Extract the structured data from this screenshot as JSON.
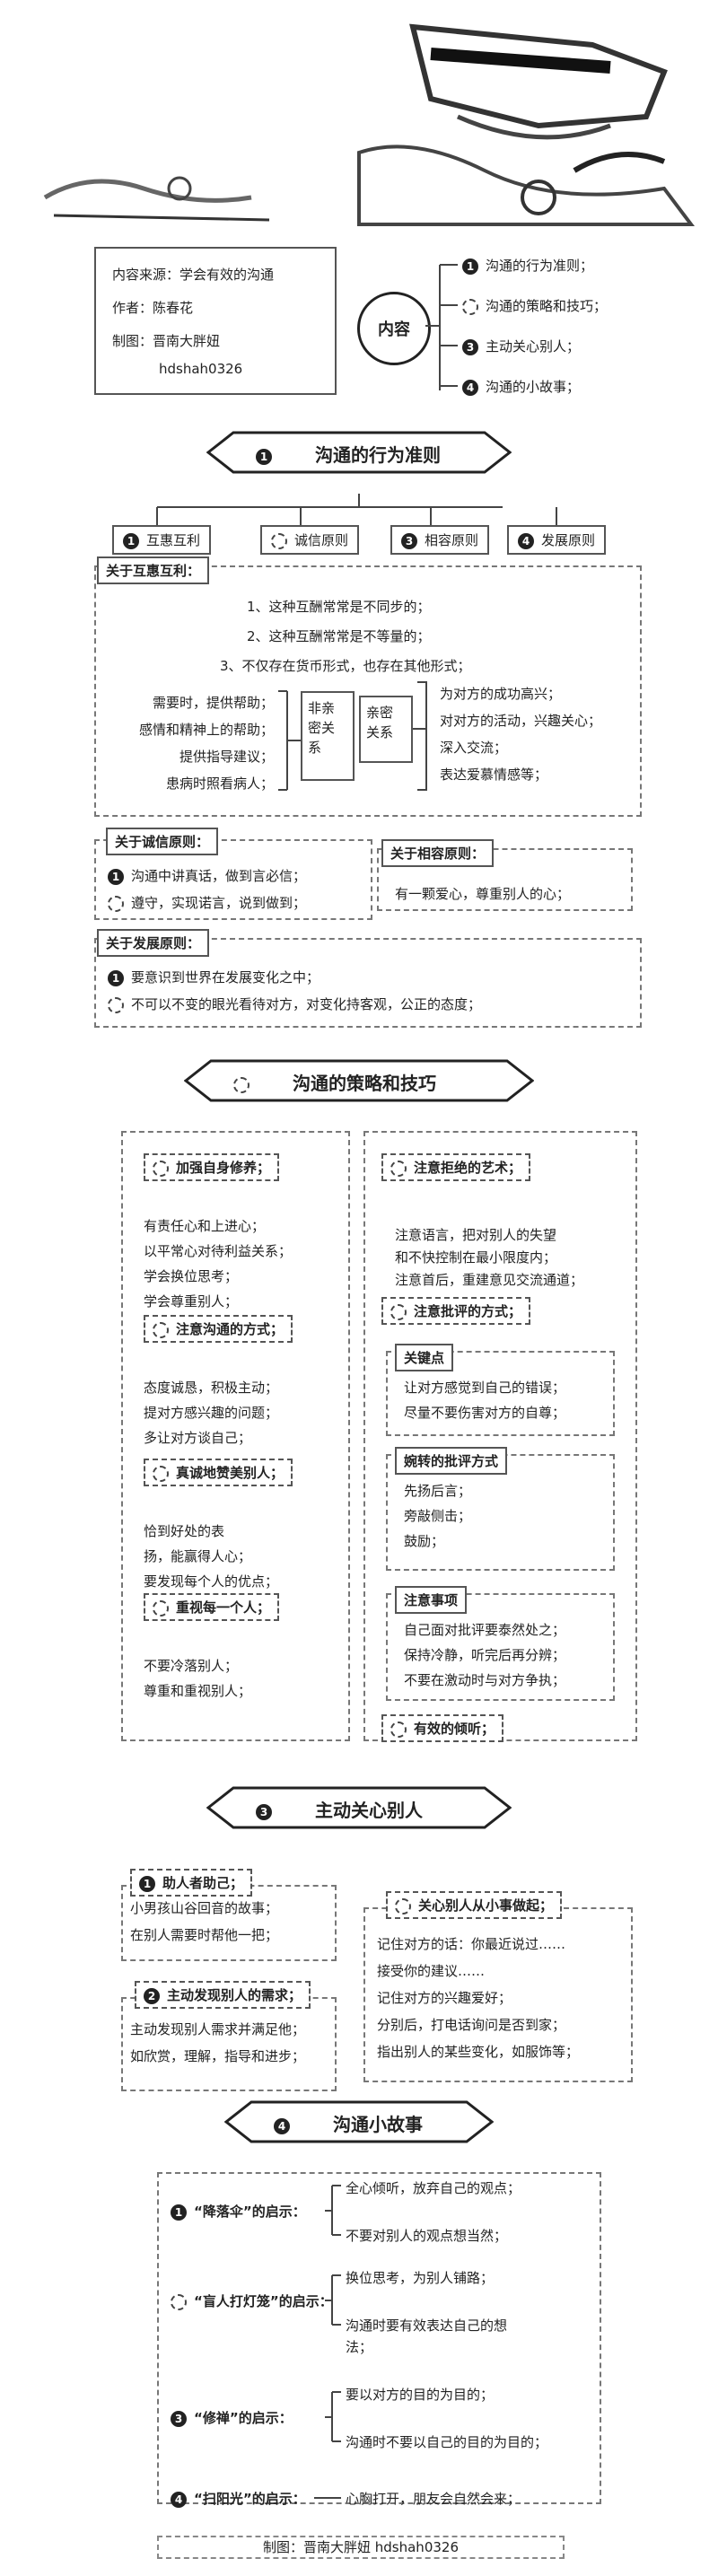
{
  "header": {
    "source_label": "内容来源：",
    "source_value": "学会有效的沟通",
    "author_label": "作者：",
    "author_value": "陈春花",
    "maker_label": "制图：",
    "maker_value": "晋南大胖妞",
    "maker_id": "hdshah0326",
    "center": "内容",
    "items": [
      "沟通的行为准则；",
      "沟通的策略和技巧；",
      "主动关心别人；",
      "沟通的小故事；"
    ]
  },
  "s1": {
    "num": "1",
    "title": "沟通的行为准则",
    "principles": [
      "互惠互利",
      "诚信原则",
      "相容原则",
      "发展原则"
    ],
    "huhui": {
      "title": "关于互惠互利：",
      "points": [
        "1、这种互酬常常是不同步的；",
        "2、这种互酬常常是不等量的；",
        "3、不仅存在货币形式，也存在其他形式；"
      ],
      "left_items": [
        "需要时，提供帮助；",
        "感情和精神上的帮助；",
        "提供指导建议；",
        "患病时照看病人；"
      ],
      "box_left": "非亲密关系",
      "box_right": "亲密关系",
      "right_items": [
        "为对方的成功高兴；",
        "对对方的活动，兴趣关心；",
        "深入交流；",
        "表达爱慕情感等；"
      ]
    },
    "chengxin": {
      "title": "关于诚信原则：",
      "items": [
        "沟通中讲真话，做到言必信；",
        "遵守，实现诺言，说到做到；"
      ]
    },
    "xiangrong": {
      "title": "关于相容原则：",
      "text": "有一颗爱心，尊重别人的心；"
    },
    "fazhan": {
      "title": "关于发展原则：",
      "items": [
        "要意识到世界在发展变化之中；",
        "不可以不变的眼光看待对方，对变化持客观，公正的态度；"
      ]
    }
  },
  "s2": {
    "num": "2",
    "title": "沟通的策略和技巧",
    "left": [
      {
        "num": "1",
        "title": "加强自身修养；",
        "items": [
          "有责任心和上进心；",
          "以平常心对待利益关系；",
          "学会换位思考；",
          "学会尊重别人；"
        ]
      },
      {
        "num": "2",
        "title": "注意沟通的方式；",
        "items": [
          "态度诚恳，积极主动；",
          "提对方感兴趣的问题；",
          "多让对方谈自己；"
        ]
      },
      {
        "num": "3",
        "title": "真诚地赞美别人；",
        "items": [
          "恰到好处的表",
          "扬，能赢得人心；",
          "要发现每个人的优点；"
        ]
      },
      {
        "num": "4",
        "title": "重视每一个人；",
        "items": [
          "不要冷落别人；",
          "尊重和重视别人；"
        ]
      }
    ],
    "right": {
      "t5": {
        "num": "5",
        "title": "注意拒绝的艺术；",
        "items": [
          "注意语言，把对别人的失望",
          "和不快控制在最小限度内；",
          "注意首后，重建意见交流通道；"
        ]
      },
      "t6": {
        "num": "6",
        "title": "注意批评的方式；"
      },
      "key": {
        "title": "关键点",
        "items": [
          "让对方感觉到自己的错误；",
          "尽量不要伤害对方的自尊；"
        ]
      },
      "tactful": {
        "title": "婉转的批评方式",
        "items": [
          "先扬后言；",
          "旁敲侧击；",
          "鼓励；"
        ]
      },
      "notes": {
        "title": "注意事项",
        "items": [
          "自己面对批评要泰然处之；",
          "保持冷静，听完后再分辨；",
          "不要在激动时与对方争执；"
        ]
      },
      "t7": {
        "num": "7",
        "title": "有效的倾听；"
      }
    }
  },
  "s3": {
    "num": "3",
    "title": "主动关心别人",
    "b1": {
      "num": "1",
      "title": "助人者助己；",
      "items": [
        "小男孩山谷回音的故事；",
        "在别人需要时帮他一把；"
      ]
    },
    "b2": {
      "num": "2",
      "title": "主动发现别人的需求；",
      "items": [
        "主动发现别人需求并满足他；",
        "如欣赏，理解，指导和进步；"
      ]
    },
    "b3": {
      "num": "3",
      "title": "关心别人从小事做起；",
      "items": [
        "记住对方的话：你最近说过……",
        "接受你的建议……",
        "记住对方的兴趣爱好；",
        "分别后，打电话询问是否到家；",
        "指出别人的某些变化，如服饰等；"
      ]
    }
  },
  "s4": {
    "num": "4",
    "title": "沟通小故事",
    "stories": [
      {
        "num": "1",
        "title": "“降落伞”的启示：",
        "items": [
          "全心倾听，放弃自己的观点；",
          "不要对别人的观点想当然；"
        ]
      },
      {
        "num": "2",
        "title": "“盲人打灯笼”的启示：",
        "items": [
          "换位思考，为别人铺路；",
          "沟通时要有效表达自己的想",
          "法；"
        ]
      },
      {
        "num": "3",
        "title": "“修禅”的启示：",
        "items": [
          "要以对方的目的为目的；",
          "沟通时不要以自己的目的为目的；"
        ]
      },
      {
        "num": "4",
        "title": "“扫阳光”的启示：",
        "items": [
          "心胸打开，朋友会自然会来；"
        ]
      }
    ]
  },
  "footer": {
    "label": "制图：晋南大胖妞 hdshah0326"
  }
}
